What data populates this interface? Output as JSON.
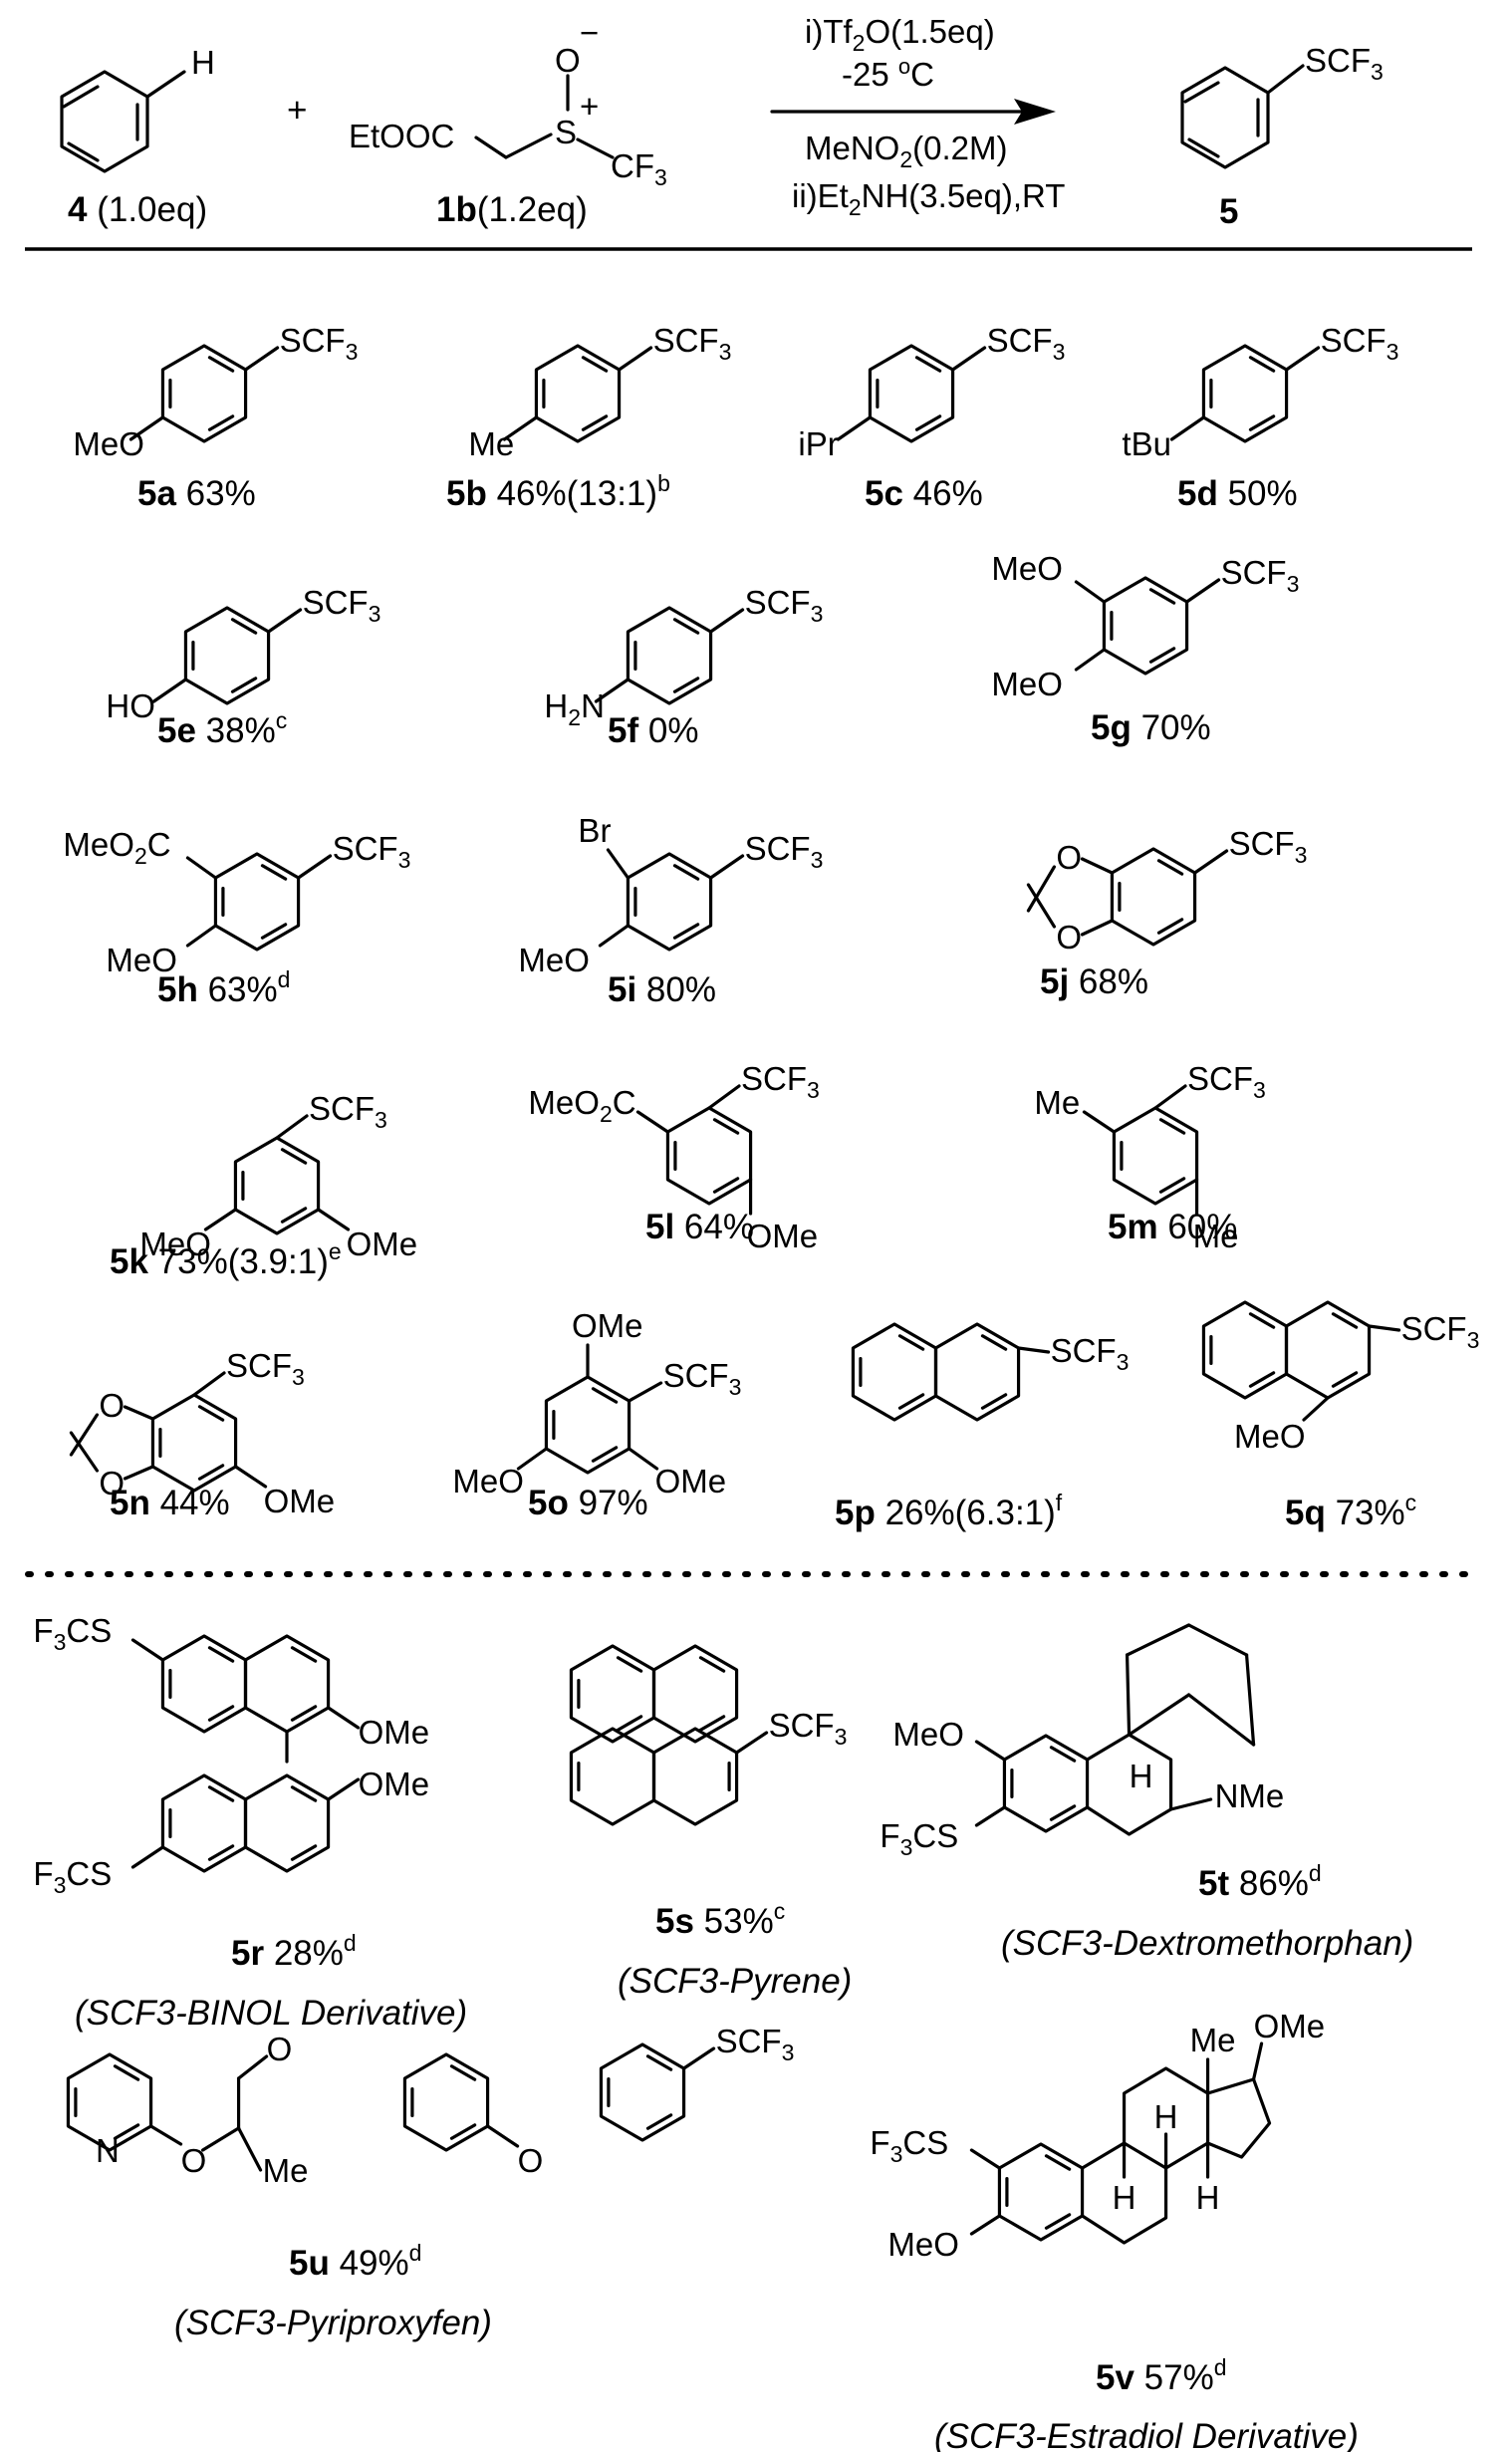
{
  "reaction": {
    "substrate": {
      "id": "4",
      "amount": "(1.0eq)",
      "atom": "H"
    },
    "plus": "+",
    "reagent": {
      "id": "1b",
      "amount": "(1.2eq)",
      "ester": "EtOOC",
      "oxide_o": "O",
      "minus": "−",
      "s": "S",
      "plus_charge": "+",
      "cf3": "CF3"
    },
    "cond1": "i)Tf2O(1.5eq)",
    "cond2": "-25 °C",
    "cond3": "MeNO2(0.2M)",
    "cond4": "ii)Et2NH(3.5eq),RT",
    "product": {
      "id": "5",
      "group": "SCF3"
    }
  },
  "compounds": [
    {
      "id": "5a",
      "yield": "63%",
      "note": "",
      "subs": [
        "MeO"
      ]
    },
    {
      "id": "5b",
      "yield": "46%(13:1)",
      "note": "b",
      "subs": [
        "Me"
      ]
    },
    {
      "id": "5c",
      "yield": "46%",
      "note": "",
      "subs": [
        "iPr"
      ]
    },
    {
      "id": "5d",
      "yield": "50%",
      "note": "",
      "subs": [
        "tBu"
      ]
    },
    {
      "id": "5e",
      "yield": "38%",
      "note": "c",
      "subs": [
        "HO"
      ]
    },
    {
      "id": "5f",
      "yield": "0%",
      "note": "",
      "subs": [
        "H2N"
      ]
    },
    {
      "id": "5g",
      "yield": "70%",
      "note": "",
      "subs": [
        "MeO",
        "MeO"
      ]
    },
    {
      "id": "5h",
      "yield": "63%",
      "note": "d",
      "subs": [
        "MeO2C",
        "MeO"
      ]
    },
    {
      "id": "5i",
      "yield": "80%",
      "note": "",
      "subs": [
        "Br",
        "MeO"
      ]
    },
    {
      "id": "5j",
      "yield": "68%",
      "note": "",
      "subs": [
        "O",
        "O"
      ]
    },
    {
      "id": "5k",
      "yield": "73%(3.9:1)",
      "note": "e",
      "subs": [
        "MeO",
        "OMe"
      ]
    },
    {
      "id": "5l",
      "yield": "64%",
      "note": "",
      "subs": [
        "MeO2C",
        "OMe"
      ]
    },
    {
      "id": "5m",
      "yield": "60%",
      "note": "",
      "subs": [
        "Me",
        "Me"
      ]
    },
    {
      "id": "5n",
      "yield": "44%",
      "note": "",
      "subs": [
        "O",
        "O",
        "OMe"
      ]
    },
    {
      "id": "5o",
      "yield": "97%",
      "note": "",
      "subs": [
        "OMe",
        "MeO",
        "OMe"
      ]
    },
    {
      "id": "5p",
      "yield": "26%(6.3:1)",
      "note": "f",
      "subs": []
    },
    {
      "id": "5q",
      "yield": "73%",
      "note": "c",
      "subs": [
        "MeO"
      ]
    },
    {
      "id": "5r",
      "yield": "28%",
      "note": "d",
      "name": "(SCF3-BINOL Derivative)",
      "subs": [
        "F3CS",
        "OMe",
        "OMe",
        "F3CS"
      ]
    },
    {
      "id": "5s",
      "yield": "53%",
      "note": "c",
      "name": "(SCF3-Pyrene)",
      "subs": []
    },
    {
      "id": "5t",
      "yield": "86%",
      "note": "d",
      "name": "(SCF3-Dextromethorphan)",
      "subs": [
        "MeO",
        "F3CS",
        "H",
        "NMe"
      ]
    },
    {
      "id": "5u",
      "yield": "49%",
      "note": "d",
      "name": "(SCF3-Pyriproxyfen)",
      "subs": [
        "N",
        "O",
        "O",
        "O",
        "Me"
      ]
    },
    {
      "id": "5v",
      "yield": "57%",
      "note": "d",
      "name": "(SCF3-Estradiol Derivative)",
      "subs": [
        "F3CS",
        "MeO",
        "Me",
        "OMe",
        "H",
        "H",
        "H"
      ]
    }
  ],
  "group_label": "SCF3"
}
